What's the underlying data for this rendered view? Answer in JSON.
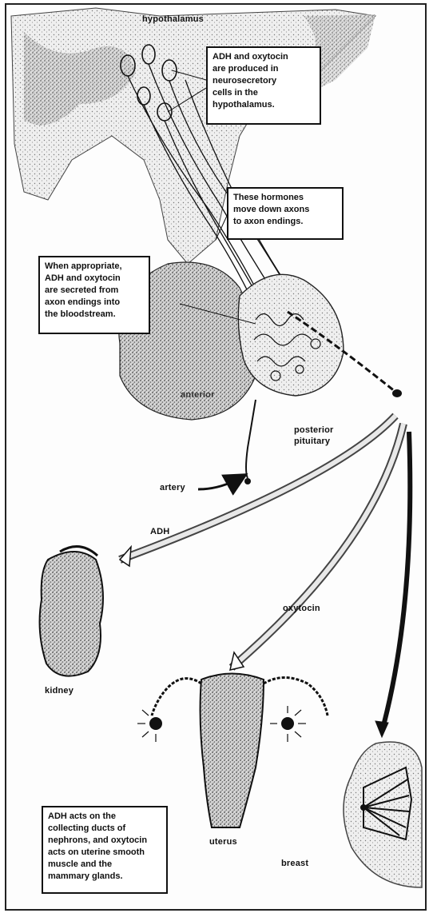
{
  "labels": {
    "hypothalamus": "hypothalamus",
    "anterior": "anterior",
    "posterior_pituitary": [
      "posterior",
      "pituitary"
    ],
    "artery": "artery",
    "adh": "ADH",
    "oxytocin": "oxytocin",
    "kidney": "kidney",
    "uterus": "uterus",
    "breast": "breast"
  },
  "callouts": {
    "produced": [
      "ADH and oxytocin",
      "are produced in",
      "neurosecretory",
      "cells in the",
      "hypothalamus."
    ],
    "move_down": [
      "These hormones",
      "move down axons",
      "to axon endings."
    ],
    "secreted": [
      "When appropriate,",
      "ADH and oxytocin",
      "are secreted from",
      "axon endings into",
      "the bloodstream."
    ],
    "acts_on": [
      "ADH acts on the",
      "collecting ducts of",
      "nephrons, and oxytocin",
      "acts on uterine smooth",
      "muscle and the",
      "mammary glands."
    ]
  },
  "colors": {
    "ink": "#111111",
    "stipple_dark": "#6b6b6b",
    "stipple_light": "#b5b5b5",
    "paper": "#ffffff"
  }
}
